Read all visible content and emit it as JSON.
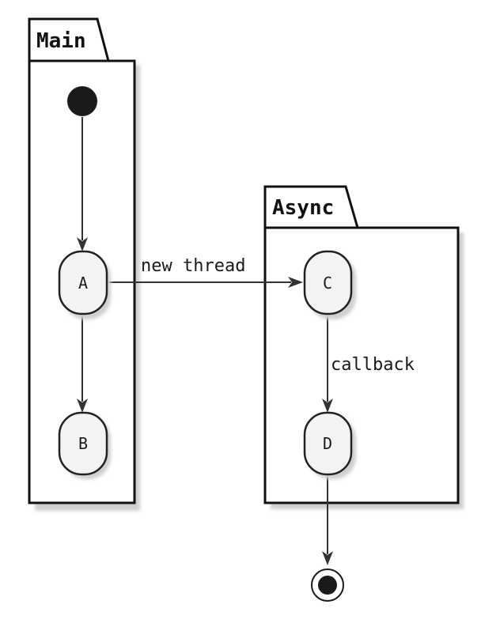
{
  "partitions": {
    "main": {
      "label": "Main"
    },
    "async": {
      "label": "Async"
    }
  },
  "nodes": {
    "a": {
      "label": "A"
    },
    "b": {
      "label": "B"
    },
    "c": {
      "label": "C"
    },
    "d": {
      "label": "D"
    }
  },
  "edges": {
    "a_to_c": {
      "label": "new thread"
    },
    "c_to_d": {
      "label": "callback"
    }
  }
}
